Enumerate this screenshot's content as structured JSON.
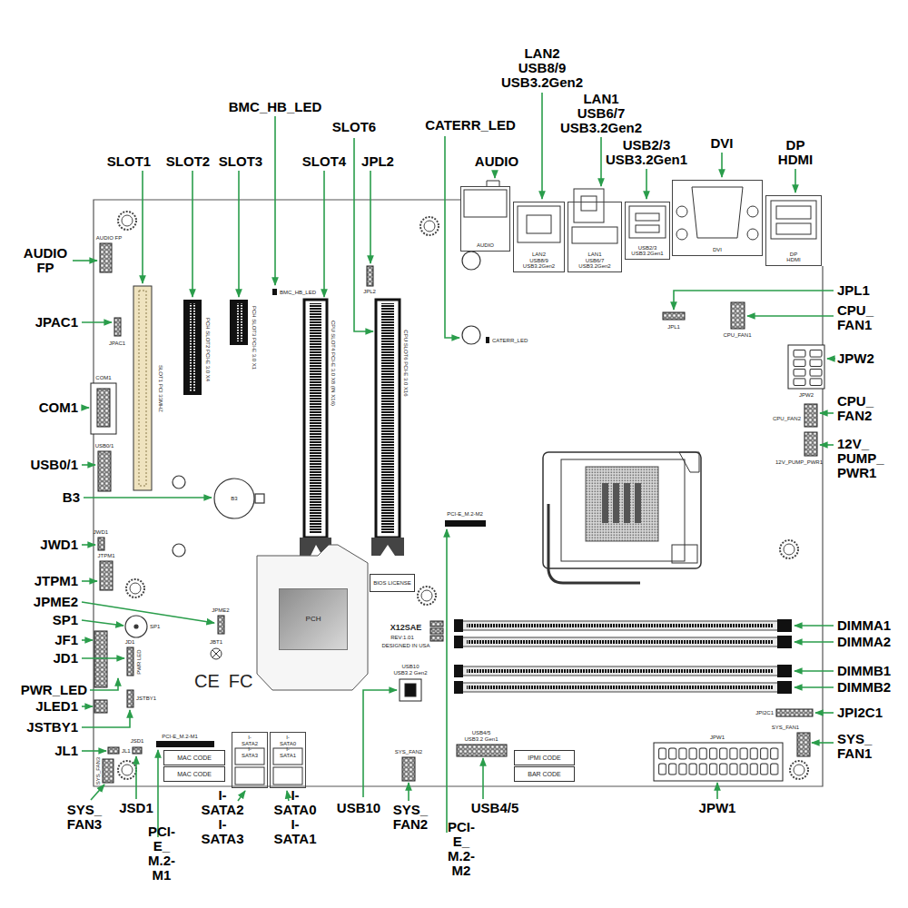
{
  "diagram": {
    "nodes": [
      {
        "text": [
          "AUDIO"
        ]
      },
      {
        "text": [
          "LAN2 USB8/9 USB3.2Gen2"
        ]
      },
      {
        "text": [
          "LAN1 USB6/7 USB3.2Gen2"
        ]
      },
      {
        "text": [
          "USB2/3 USB3.2Gen1"
        ]
      },
      {
        "text": [
          "DVI"
        ]
      },
      {
        "text": [
          "DP HDMI"
        ]
      },
      {
        "text": [
          "PCH"
        ]
      },
      {
        "text": [
          "BIOS LICENSE"
        ]
      },
      {
        "text": [
          "MAC CODE"
        ]
      },
      {
        "text": [
          "MAC CODE"
        ]
      },
      {
        "text": [
          "I-SATA2 I-SATA3"
        ]
      },
      {
        "text": [
          "I-SATA0 I-SATA1"
        ]
      },
      {
        "text": [
          "IPMI CODE"
        ]
      },
      {
        "text": [
          "BAR CODE"
        ]
      }
    ],
    "labels": [
      "BMC_HB_LED",
      "SLOT6",
      "CATERR_LED",
      "LAN2 USB8/9 USB3.2Gen2",
      "LAN1 USB6/7 USB3.2Gen2",
      "SLOT1",
      "SLOT2",
      "SLOT3",
      "SLOT4",
      "JPL2",
      "AUDIO",
      "USB2/3 USB3.2Gen1",
      "DVI",
      "DP HDMI",
      "AUDIO FP",
      "AUDIO FP",
      "JPAC1",
      "JPAC1",
      "BMC_HB_LED",
      "JPL2",
      "JPL1",
      "JPL1",
      "CPU_ FAN1",
      "CPU_FAN1",
      "CATERR_LED",
      "SLOT1 PCI 33MHZ",
      "PCH SLOT2 PCI-E 3.0 X4",
      "PCH SLOT3 PCI-E 3.0 X1",
      "CPU SLOT4 PCI-E 3.0 X8 (IN X16)",
      "CPU SLOT6 PCI-E 3.0 X16",
      "JPW2",
      "JPW2",
      "COM1",
      "COM1",
      "CPU_ FAN2",
      "CPU_FAN2",
      "USB0/1",
      "USB0/1",
      "12V_ PUMP_ PWR1",
      "12V_PUMP_PWR1",
      "B3",
      "B3",
      "PCI-E_M.2-M2",
      "JWD1",
      "JWD1",
      "JTPM1",
      "JTPM1",
      "JPME2",
      "JPME2",
      "SP1",
      "SP1",
      "DIMMA1",
      "X12SAE",
      "REV:1.01",
      "DESIGNED IN USA",
      "JF1",
      "DIMMA2",
      "JD1",
      "JBT1",
      "JD1",
      "PWR LED",
      "DIMMB1",
      "USB10",
      "USB3.2 Gen2",
      "CE",
      "FC",
      "PWR_LED",
      "DIMMB2",
      "JSTBY1",
      "JLED1",
      "JPI2C1",
      "JPI2C1",
      "JSTBY1",
      "SYS_FAN1",
      "USB4/5",
      "USB3.2 Gen1",
      "PCI-E_M.2-M1",
      "JSD1",
      "JPW1",
      "SYS_ FAN1",
      "JL1",
      "JL1",
      "SYS_FAN2",
      "SYS_FAN3",
      "SYS_ FAN3",
      "JSD1",
      "I-SATA2 I-SATA3",
      "I-SATA0 I-SATA1",
      "USB10",
      "SYS_ FAN2",
      "USB4/5",
      "JPW1",
      "PCI-E_ M.2-M1",
      "PCI-E_ M.2-M2"
    ]
  }
}
